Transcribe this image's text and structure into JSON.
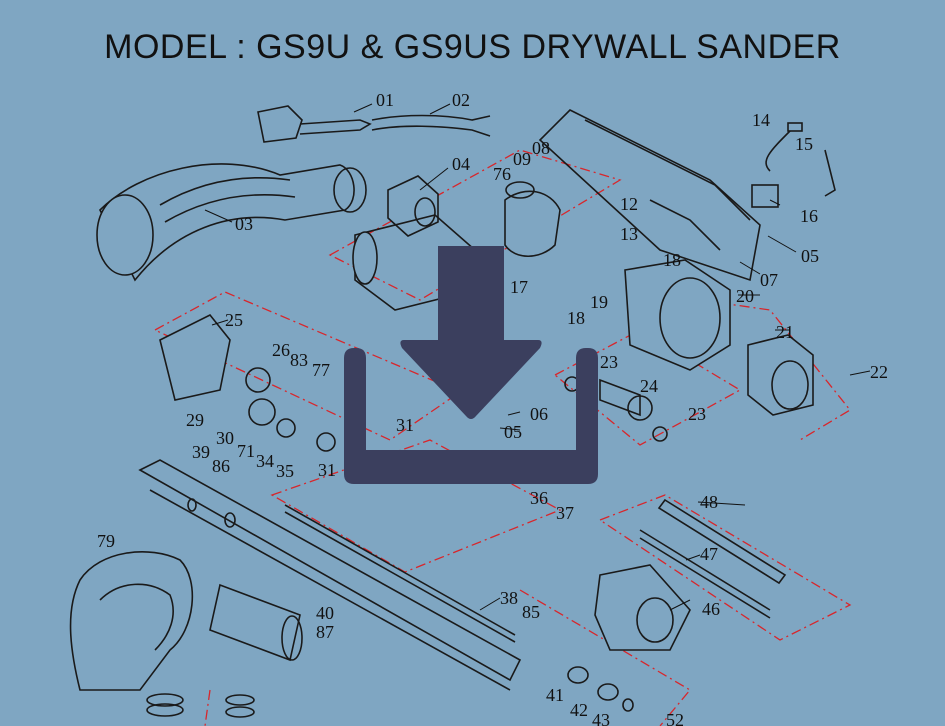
{
  "title": "MODEL : GS9U & GS9US  DRYWALL SANDER",
  "icons": {
    "overlay": "download-icon"
  },
  "colors": {
    "background": "#7fa6c2",
    "lines": "#1a1a1a",
    "assembly_dash": "#d8262b",
    "overlay": "#3b3f5e"
  },
  "part_labels": [
    {
      "id": "01",
      "text": "01"
    },
    {
      "id": "02",
      "text": "02"
    },
    {
      "id": "03",
      "text": "03"
    },
    {
      "id": "04",
      "text": "04"
    },
    {
      "id": "05a",
      "text": "05"
    },
    {
      "id": "05b",
      "text": "05"
    },
    {
      "id": "06",
      "text": "06"
    },
    {
      "id": "07",
      "text": "07"
    },
    {
      "id": "08",
      "text": "08"
    },
    {
      "id": "09",
      "text": "09"
    },
    {
      "id": "12",
      "text": "12"
    },
    {
      "id": "13",
      "text": "13"
    },
    {
      "id": "14",
      "text": "14"
    },
    {
      "id": "15",
      "text": "15"
    },
    {
      "id": "16",
      "text": "16"
    },
    {
      "id": "17",
      "text": "17"
    },
    {
      "id": "18a",
      "text": "18"
    },
    {
      "id": "18b",
      "text": "18"
    },
    {
      "id": "19",
      "text": "19"
    },
    {
      "id": "20",
      "text": "20"
    },
    {
      "id": "21",
      "text": "21"
    },
    {
      "id": "22",
      "text": "22"
    },
    {
      "id": "23a",
      "text": "23"
    },
    {
      "id": "23b",
      "text": "23"
    },
    {
      "id": "24",
      "text": "24"
    },
    {
      "id": "25",
      "text": "25"
    },
    {
      "id": "26",
      "text": "26"
    },
    {
      "id": "29",
      "text": "29"
    },
    {
      "id": "30",
      "text": "30"
    },
    {
      "id": "31a",
      "text": "31"
    },
    {
      "id": "31b",
      "text": "31"
    },
    {
      "id": "34",
      "text": "34"
    },
    {
      "id": "35",
      "text": "35"
    },
    {
      "id": "36",
      "text": "36"
    },
    {
      "id": "37",
      "text": "37"
    },
    {
      "id": "38",
      "text": "38"
    },
    {
      "id": "39",
      "text": "39"
    },
    {
      "id": "40",
      "text": "40"
    },
    {
      "id": "41",
      "text": "41"
    },
    {
      "id": "42",
      "text": "42"
    },
    {
      "id": "43",
      "text": "43"
    },
    {
      "id": "46",
      "text": "46"
    },
    {
      "id": "47",
      "text": "47"
    },
    {
      "id": "48",
      "text": "48"
    },
    {
      "id": "52",
      "text": "52"
    },
    {
      "id": "71",
      "text": "71"
    },
    {
      "id": "76",
      "text": "76"
    },
    {
      "id": "77",
      "text": "77"
    },
    {
      "id": "79",
      "text": "79"
    },
    {
      "id": "83",
      "text": "83"
    },
    {
      "id": "85",
      "text": "85"
    },
    {
      "id": "86",
      "text": "86"
    },
    {
      "id": "87",
      "text": "87"
    }
  ]
}
